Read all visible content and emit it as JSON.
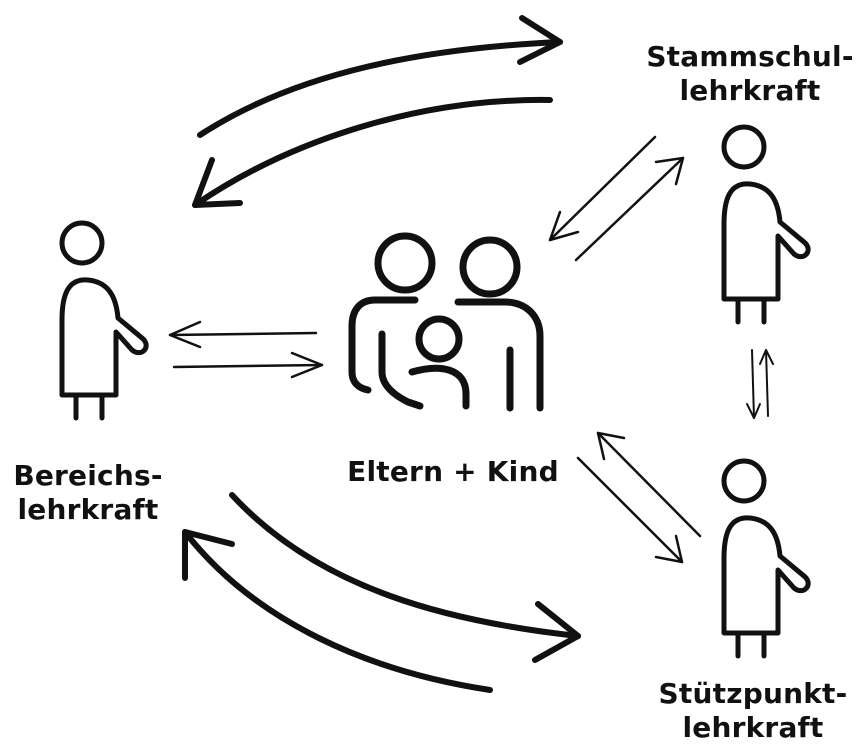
{
  "labels": {
    "stammschul": {
      "line1": "Stammschul-",
      "line2": "lehrkraft"
    },
    "bereichs": {
      "line1": "Bereichs-",
      "line2": "lehrkraft"
    },
    "eltern": {
      "line1": "Eltern + Kind"
    },
    "stuetzpunkt": {
      "line1": "Stützpunkt-",
      "line2": "lehrkraft"
    }
  },
  "colors": {
    "ink": "#111111",
    "background": "#ffffff"
  }
}
